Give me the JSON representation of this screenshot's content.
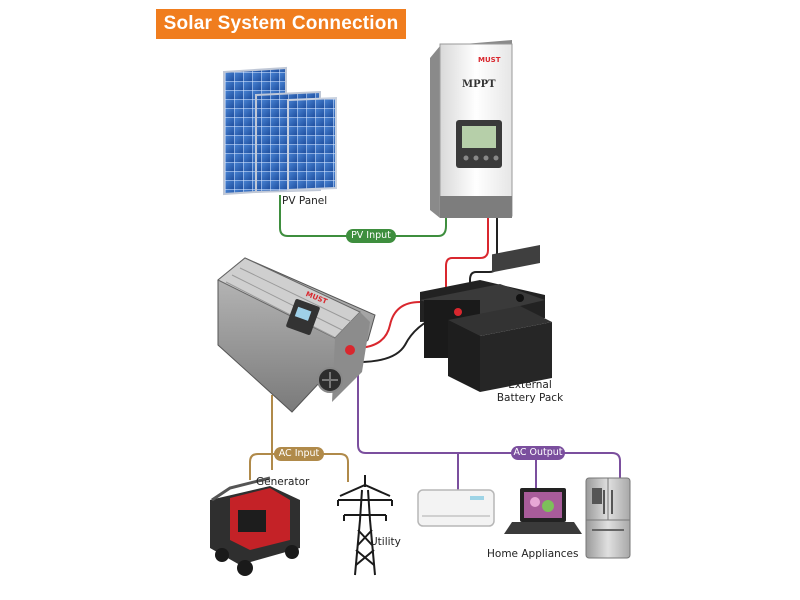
{
  "title": "Solar System Connection",
  "labels": {
    "pv_panel": "PV Panel",
    "pv_input": "PV Input",
    "external_battery_line1": "External",
    "external_battery_line2": "Battery Pack",
    "ac_input": "AC Input",
    "generator": "Generator",
    "utility": "Utility",
    "ac_output": "AC Output",
    "home_appliances": "Home Appliances"
  },
  "devices": {
    "controller_brand": "MUST",
    "controller_model": "MPPT",
    "inverter_brand": "MUST"
  },
  "colors": {
    "title_bg": "#f07d1e",
    "pv_line": "#3e8e3e",
    "ac_input_line": "#b08a4a",
    "ac_output_line": "#7b4f9e",
    "dc_positive": "#d9272e",
    "dc_negative": "#222222"
  }
}
